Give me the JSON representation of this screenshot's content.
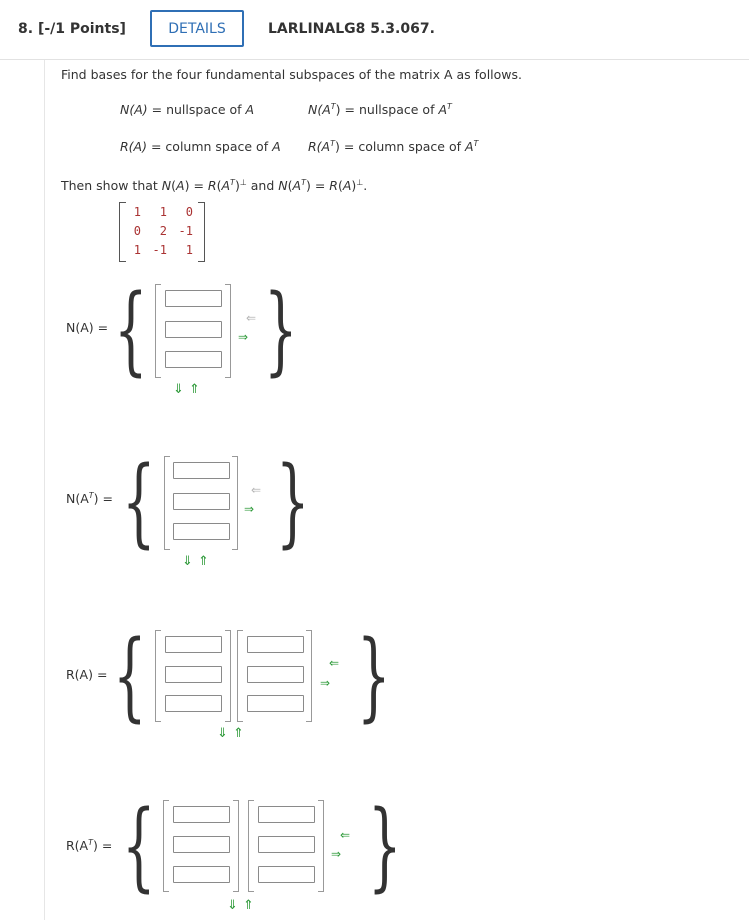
{
  "header": {
    "question_number": "8.",
    "points": "[-/1 Points]",
    "details_button": "DETAILS",
    "problem_code": "LARLINALG8 5.3.067."
  },
  "question": {
    "prompt": "Find bases for the four fundamental subspaces of the matrix A as follows.",
    "defs": {
      "NA_lhs": "N(A)",
      "NA_rhs": " = nullspace of ",
      "NAT_lhs": "N(A",
      "NAT_rhs": " = nullspace of ",
      "RA_lhs": "R(A)",
      "RA_rhs": " = column space of ",
      "RAT_lhs": "R(A",
      "RAT_rhs": " = column space of "
    },
    "then_show": {
      "pre": "Then show that ",
      "mid": " and ",
      "end": "."
    },
    "matrix": [
      [
        "1",
        "1",
        "0"
      ],
      [
        "0",
        "2",
        "-1"
      ],
      [
        "1",
        "-1",
        "1"
      ]
    ]
  },
  "answers": {
    "NA_label": "N(A) =",
    "NAT_label": "N(A",
    "RA_label": "R(A) =",
    "RAT_label": "R(A",
    "label_suffix": ") ="
  },
  "colors": {
    "accent": "#2f6fb5",
    "arrow_active": "#2e9a3a",
    "arrow_inactive": "#b5b5b5",
    "matrix_entry": "#aa3333"
  },
  "icons": [
    "arrow-left-icon",
    "arrow-right-icon",
    "arrow-down-icon",
    "arrow-up-icon"
  ]
}
